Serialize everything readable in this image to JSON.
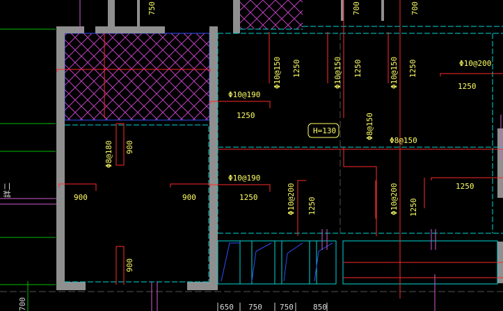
{
  "drawing": {
    "height_tag": "H=130",
    "rebar": {
      "r1": "Φ10@150",
      "r2": "Φ10@150",
      "r3": "Φ10@150",
      "r4": "Φ10@200",
      "r5": "Φ10@190",
      "r6": "Φ8@150",
      "r7": "Φ8@150",
      "r8": "Φ8@180",
      "r9": "Φ10@190",
      "r10": "Φ10@200",
      "r11": "Φ10@200"
    },
    "dims": {
      "d750_top": "750",
      "d700_top1": "700",
      "d700_top2": "700",
      "d1250_a": "1250",
      "d1250_b": "1250",
      "d1250_c": "1250",
      "d1250_d": "1250",
      "d1250_e": "1250",
      "d1250_f": "1250",
      "d1250_g": "1250",
      "d1250_h": "1250",
      "d1250_i": "1250",
      "d900_a": "900",
      "d900_b": "900",
      "d900_c": "900",
      "d900_d": "900",
      "d650": "650",
      "d750_b": "750",
      "d750_c": "750",
      "d850": "850",
      "d700_left": "700"
    },
    "side_label": "詳二",
    "colors": {
      "wall": "#8f8f8f",
      "cyan": "#00d8d8",
      "red": "#ff2a2a",
      "magenta": "#c040c0",
      "yellow": "#ffff66",
      "blue": "#3050ff",
      "green": "#00c000"
    }
  }
}
